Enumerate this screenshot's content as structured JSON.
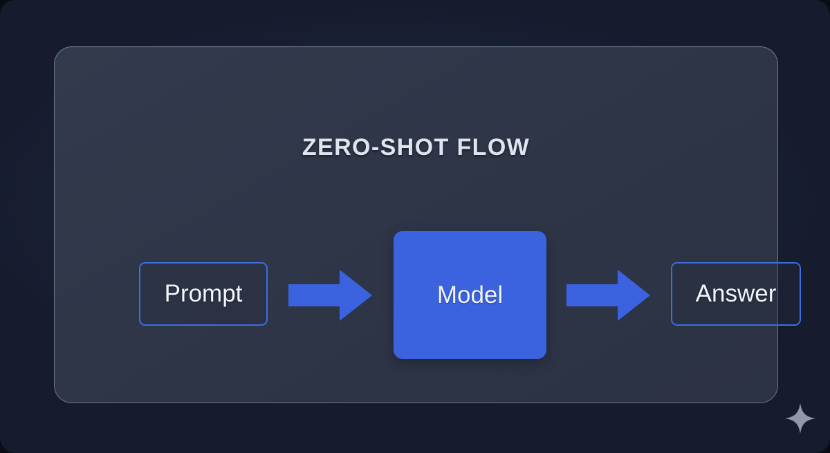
{
  "page": {
    "background_color": "#161c2e",
    "accent_color": "#3b63e0",
    "border_color": "#96a2b6",
    "panel_color": "#2e3648"
  },
  "panel": {
    "title": "ZERO-SHOT FLOW"
  },
  "diagram": {
    "type": "flow",
    "nodes": [
      {
        "id": "prompt",
        "label": "Prompt",
        "style": "outlined",
        "border_color": "#3b6fe0",
        "text_color": "#f2f5fb"
      },
      {
        "id": "model",
        "label": "Model",
        "style": "filled",
        "fill_color": "#3b63e0",
        "text_color": "#ffffff"
      },
      {
        "id": "answer",
        "label": "Answer",
        "style": "outlined",
        "border_color": "#3b6fe0",
        "text_color": "#f2f5fb"
      }
    ],
    "edges": [
      {
        "id": "edge-prompt-model",
        "from": "prompt",
        "to": "model",
        "shape": "block-arrow",
        "direction": "right",
        "color": "#3b63e0"
      },
      {
        "id": "edge-model-answer",
        "from": "model",
        "to": "answer",
        "shape": "block-arrow",
        "direction": "right",
        "color": "#3b63e0"
      }
    ]
  },
  "decoration": {
    "sparkle_icon": "four-point-star",
    "sparkle_color": "#9199a8"
  }
}
